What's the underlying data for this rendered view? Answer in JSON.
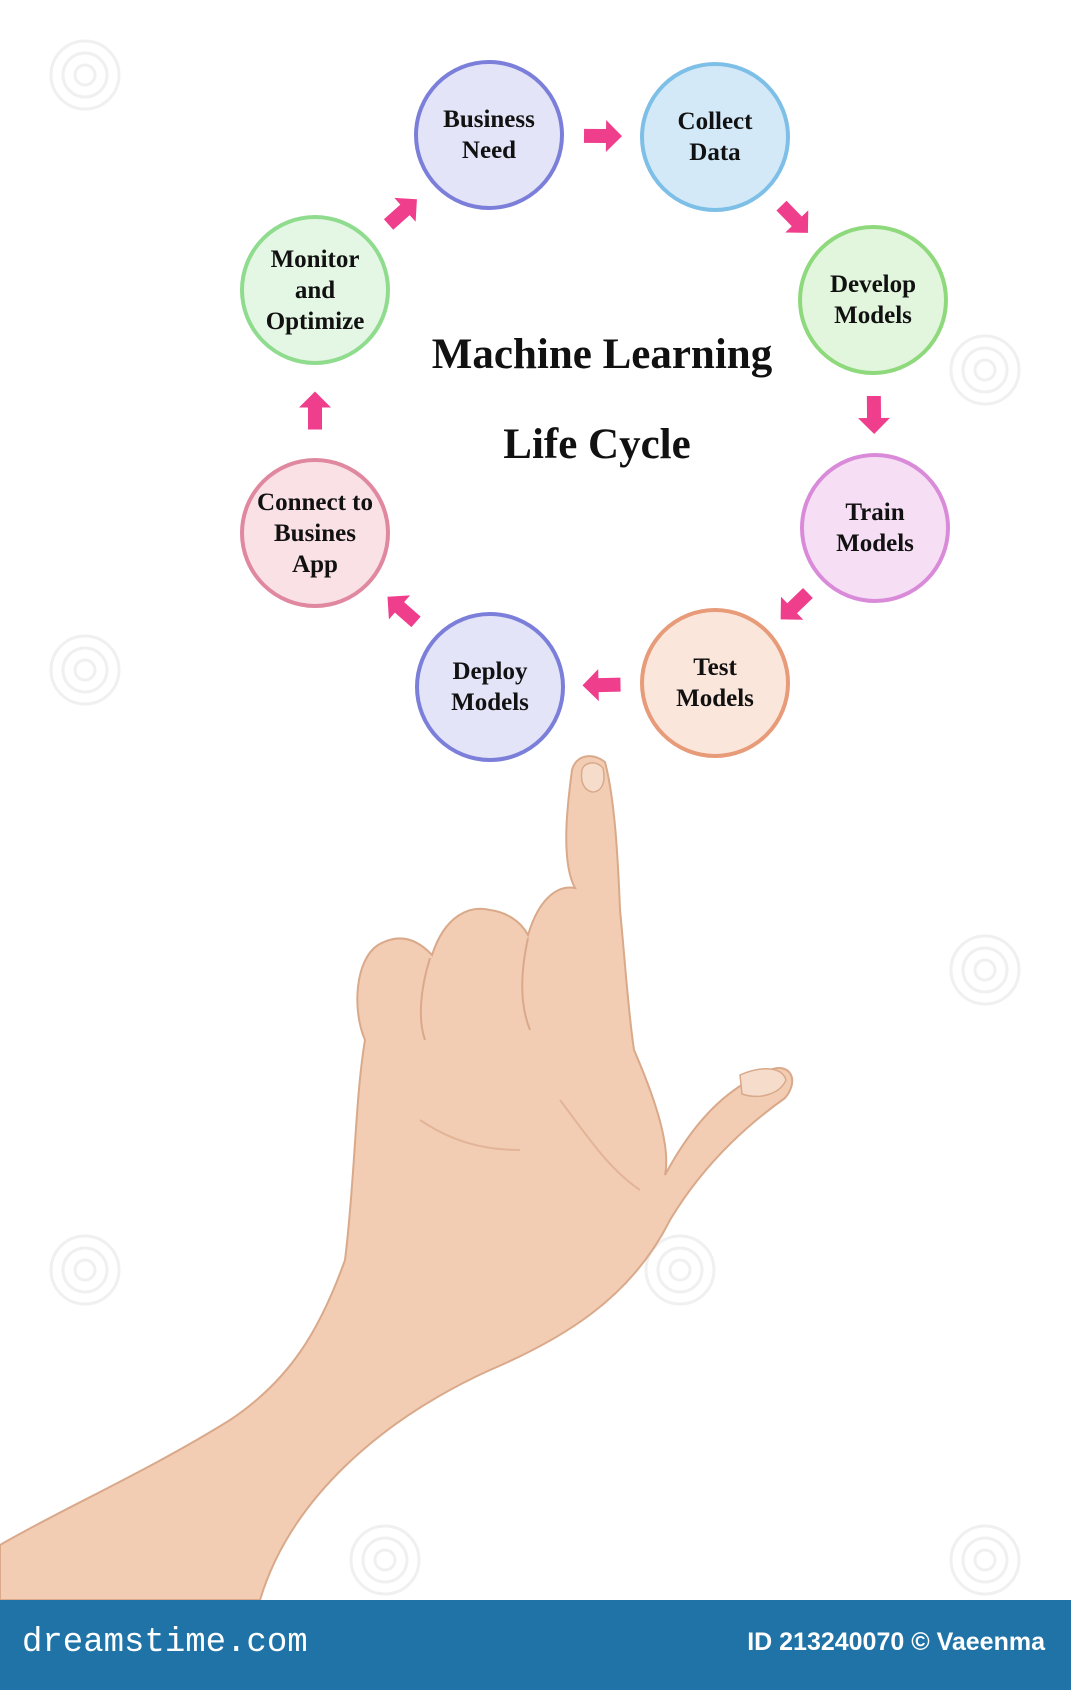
{
  "diagram": {
    "title_line1": "Machine Learning",
    "title_line2": "Life Cycle",
    "nodes": [
      {
        "id": "business-need",
        "label": "Business\nNeed",
        "fill": "#e4e4f8",
        "stroke": "#7b7fd9"
      },
      {
        "id": "collect-data",
        "label": "Collect\nData",
        "fill": "#d3e9f8",
        "stroke": "#7dbfe7"
      },
      {
        "id": "develop-models",
        "label": "Develop\nModels",
        "fill": "#e2f5dd",
        "stroke": "#8fd97d"
      },
      {
        "id": "train-models",
        "label": "Train\nModels",
        "fill": "#f6dff4",
        "stroke": "#d98bd9"
      },
      {
        "id": "test-models",
        "label": "Test\nModels",
        "fill": "#fbe6dc",
        "stroke": "#e79b78"
      },
      {
        "id": "deploy-models",
        "label": "Deploy\nModels",
        "fill": "#e4e4f8",
        "stroke": "#7b7fd9"
      },
      {
        "id": "connect-to-busines-app",
        "label": "Connect to\nBusines\nApp",
        "fill": "#f9e1e6",
        "stroke": "#e088a0"
      },
      {
        "id": "monitor-and-optimize",
        "label": "Monitor\nand\nOptimize",
        "fill": "#e4f7e4",
        "stroke": "#8fdc8f"
      }
    ],
    "arrow_color": "#ef3e8c"
  },
  "footer": {
    "brand": "dreamstime.com",
    "credit": "ID 213240070 © Vaeenma",
    "bar_color": "#1f73a7"
  }
}
